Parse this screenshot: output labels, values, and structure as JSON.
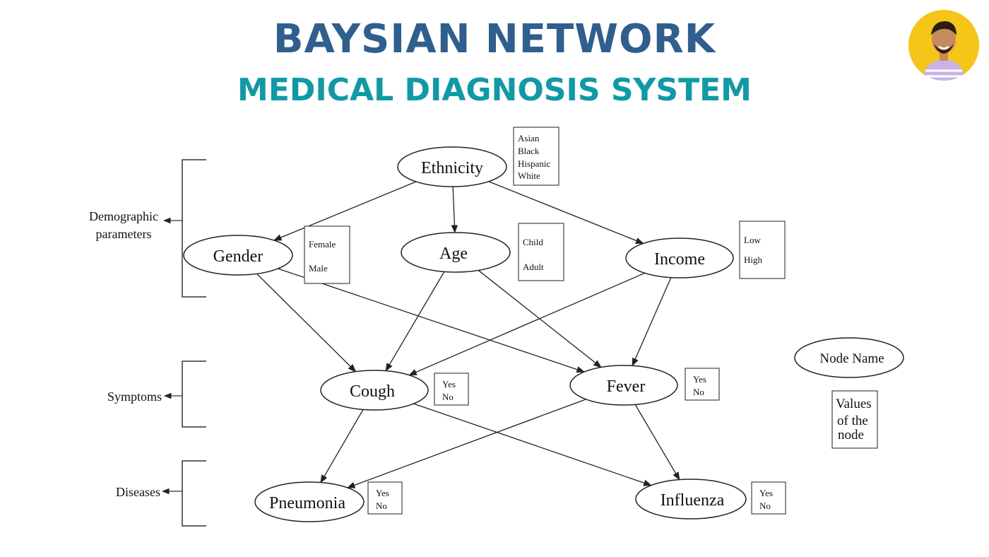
{
  "title": "BAYSIAN NETWORK",
  "subtitle": "MEDICAL DIAGNOSIS SYSTEM",
  "groups": {
    "demographic": [
      "Demographic",
      "parameters"
    ],
    "symptoms": "Symptoms",
    "diseases": "Diseases"
  },
  "nodes": {
    "ethnicity": "Ethnicity",
    "gender": "Gender",
    "age": "Age",
    "income": "Income",
    "cough": "Cough",
    "fever": "Fever",
    "pneumonia": "Pneumonia",
    "influenza": "Influenza"
  },
  "values": {
    "ethnicity": [
      "Asian",
      "Black",
      "Hispanic",
      "White"
    ],
    "gender": [
      "Female",
      "Male"
    ],
    "age": [
      "Child",
      "Adult"
    ],
    "income": [
      "Low",
      "High"
    ],
    "cough": [
      "Yes",
      "No"
    ],
    "fever": [
      "Yes",
      "No"
    ],
    "pneumonia": [
      "Yes",
      "No"
    ],
    "influenza": [
      "Yes",
      "No"
    ]
  },
  "legend": {
    "node_name": "Node Name",
    "values": [
      "Values",
      "of the",
      "node"
    ]
  },
  "edges": [
    [
      "ethnicity",
      "gender"
    ],
    [
      "ethnicity",
      "age"
    ],
    [
      "ethnicity",
      "income"
    ],
    [
      "gender",
      "cough"
    ],
    [
      "gender",
      "fever"
    ],
    [
      "age",
      "cough"
    ],
    [
      "age",
      "fever"
    ],
    [
      "income",
      "cough"
    ],
    [
      "income",
      "fever"
    ],
    [
      "cough",
      "pneumonia"
    ],
    [
      "cough",
      "influenza"
    ],
    [
      "fever",
      "pneumonia"
    ],
    [
      "fever",
      "influenza"
    ]
  ]
}
